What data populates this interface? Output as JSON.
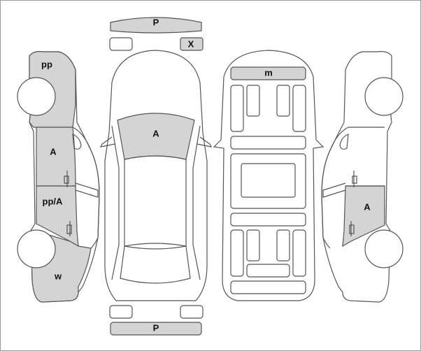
{
  "labels": {
    "front_bumper": "P",
    "front_right_light": "X",
    "left_front_fender": "pp",
    "left_front_door": "A",
    "left_rear_door": "pp/A",
    "left_rear_quarter": "w",
    "windshield": "A",
    "roof": "m",
    "right_rear_door": "A",
    "rear_bumper": "P"
  },
  "colors": {
    "damaged_fill": "#d4d4d4",
    "outline": "#555555",
    "border": "#9a9a9a"
  }
}
